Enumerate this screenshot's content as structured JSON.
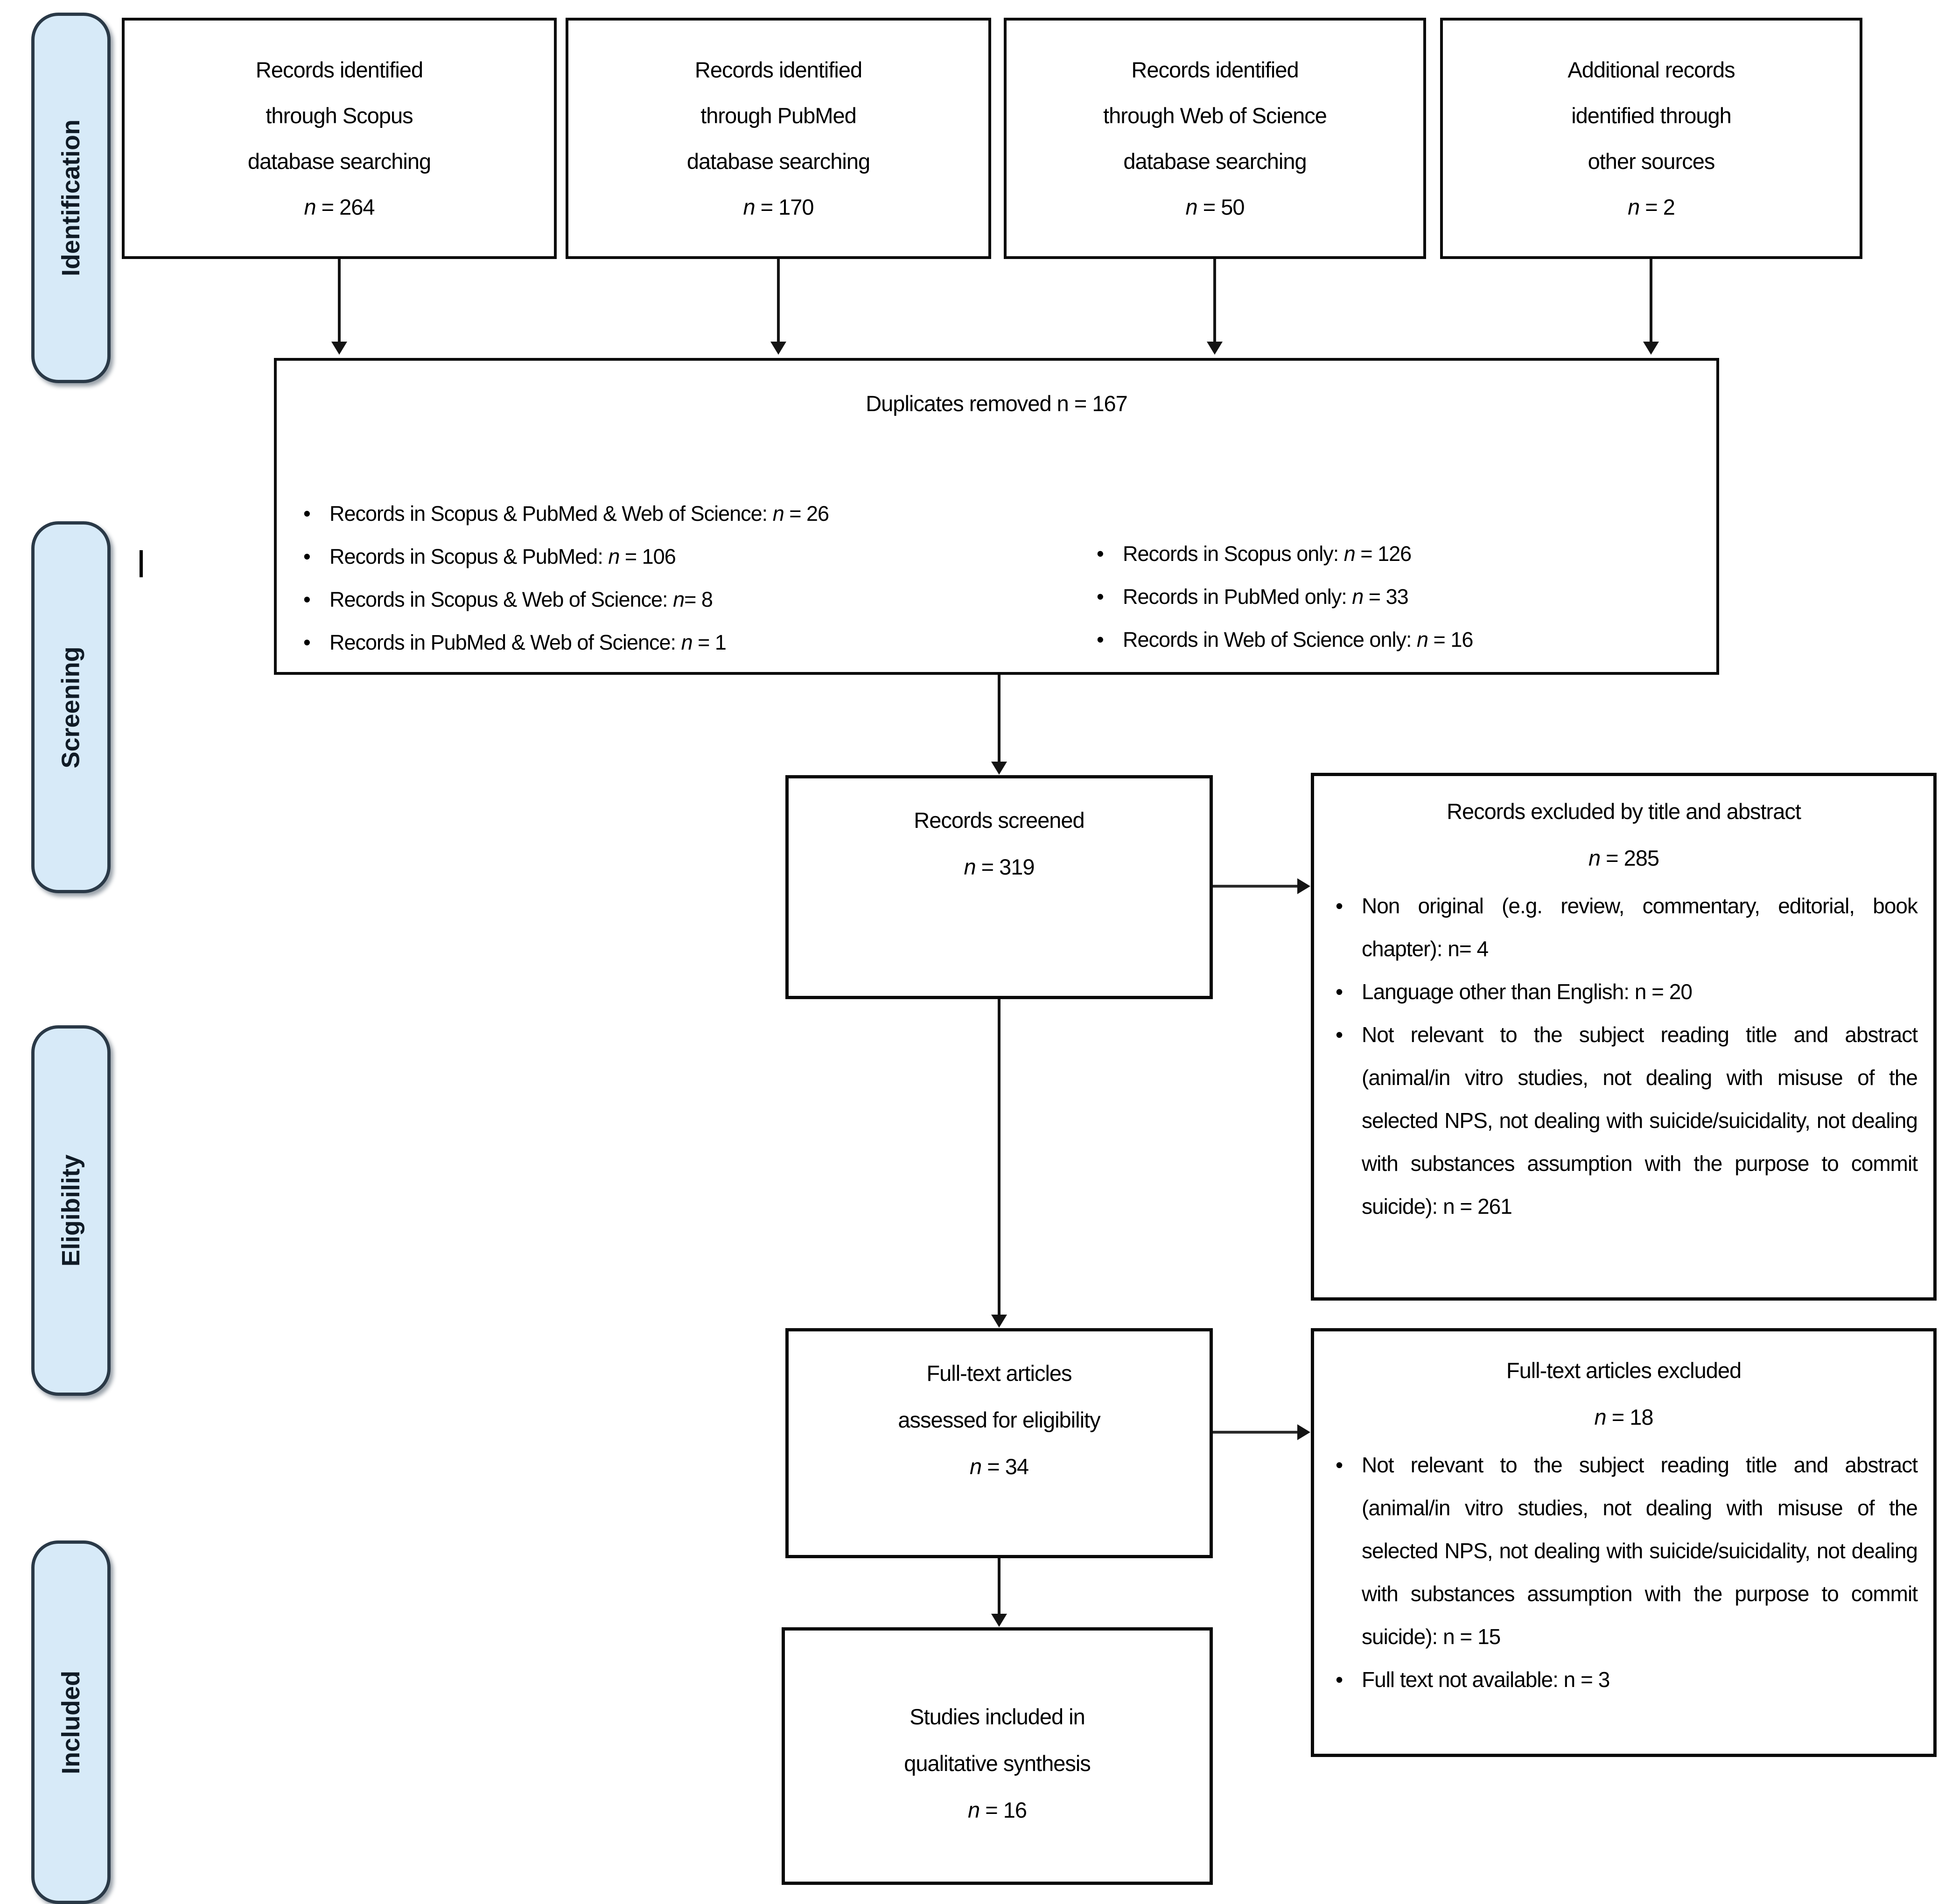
{
  "stages": [
    {
      "label": "Identification"
    },
    {
      "label": "Screening"
    },
    {
      "label": "Eligibility"
    },
    {
      "label": "Included"
    }
  ],
  "top_boxes": [
    {
      "lines": [
        "Records identified",
        "through Scopus",
        "database searching"
      ],
      "count": "n = 264"
    },
    {
      "lines": [
        "Records identified",
        "through PubMed",
        "database searching"
      ],
      "count": "n = 170"
    },
    {
      "lines": [
        "Records identified",
        "through Web of Science",
        "database searching"
      ],
      "count": "n = 50"
    },
    {
      "lines": [
        "Additional records",
        "identified through",
        "other sources"
      ],
      "count": "n = 2"
    }
  ],
  "duplicates": {
    "title": "Duplicates removed n = 167",
    "left_bullets": [
      "Records in Scopus & PubMed & Web of Science: n = 26",
      "Records in Scopus & PubMed: n = 106",
      "Records in Scopus & Web of Science: n= 8",
      "Records in PubMed & Web of Science: n = 1"
    ],
    "right_bullets": [
      "Records in Scopus only: n = 126",
      "Records in PubMed only: n = 33",
      "Records in Web of Science only: n = 16"
    ]
  },
  "screened": {
    "line1": "Records screened",
    "count": "n = 319"
  },
  "records_excluded": {
    "title": "Records excluded by title and abstract",
    "count": "n = 285",
    "bullets": [
      "Non original (e.g. review, commentary, editorial, book chapter): n= 4",
      "Language other than English: n = 20",
      "Not relevant to the subject reading title and abstract (animal/in vitro studies, not dealing with misuse of the selected NPS, not dealing with suicide/suicidality, not dealing with substances assumption with the purpose to commit suicide): n = 261"
    ]
  },
  "fulltext": {
    "line1": "Full-text articles",
    "line2": "assessed for eligibility",
    "count": "n = 34"
  },
  "fulltext_excluded": {
    "title": "Full-text articles excluded",
    "count": "n = 18",
    "bullets": [
      "Not relevant to the subject reading title and abstract (animal/in vitro studies, not dealing with misuse of the selected NPS, not dealing with suicide/suicidality, not dealing with substances assumption with the purpose to commit suicide): n = 15",
      "Full text not available: n = 3"
    ]
  },
  "included": {
    "line1": "Studies included in",
    "line2": "qualitative synthesis",
    "count": "n = 16"
  }
}
